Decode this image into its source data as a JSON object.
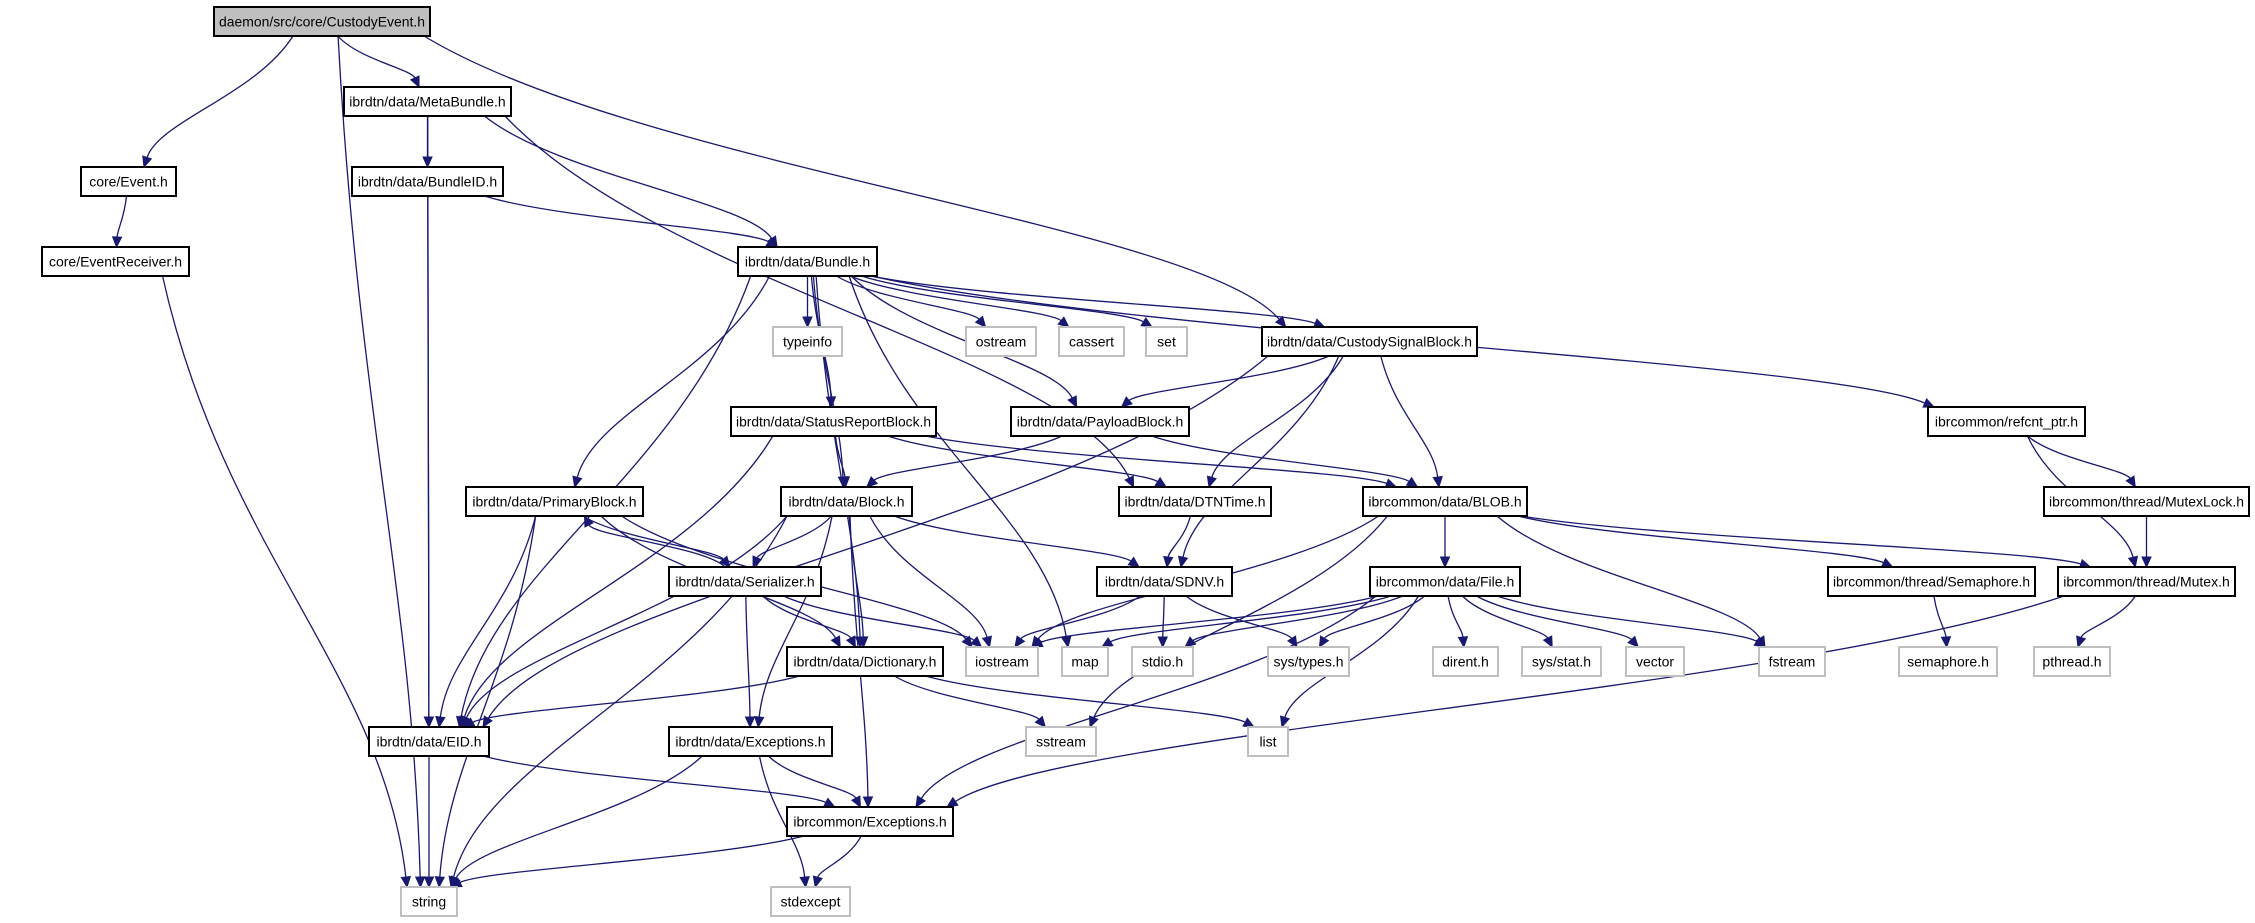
{
  "title": "daemon/src/core/CustodyEvent.h",
  "colors": {
    "edge": "#191970",
    "root_fill": "#bfbfbf",
    "project_border": "#000000",
    "external_border": "#bfbfbf"
  },
  "nodes": [
    {
      "id": "custodyevent",
      "label": "daemon/src/core/CustodyEvent.h",
      "kind": "root"
    },
    {
      "id": "metabundle",
      "label": "ibrdtn/data/MetaBundle.h",
      "kind": "project"
    },
    {
      "id": "event",
      "label": "core/Event.h",
      "kind": "project"
    },
    {
      "id": "bundleid",
      "label": "ibrdtn/data/BundleID.h",
      "kind": "project"
    },
    {
      "id": "eventreceiver",
      "label": "core/EventReceiver.h",
      "kind": "project"
    },
    {
      "id": "bundle",
      "label": "ibrdtn/data/Bundle.h",
      "kind": "project"
    },
    {
      "id": "typeinfo",
      "label": "typeinfo",
      "kind": "external"
    },
    {
      "id": "ostream",
      "label": "ostream",
      "kind": "external"
    },
    {
      "id": "cassert",
      "label": "cassert",
      "kind": "external"
    },
    {
      "id": "set",
      "label": "set",
      "kind": "external"
    },
    {
      "id": "custodysignalblock",
      "label": "ibrdtn/data/CustodySignalBlock.h",
      "kind": "project"
    },
    {
      "id": "statusreportblock",
      "label": "ibrdtn/data/StatusReportBlock.h",
      "kind": "project"
    },
    {
      "id": "payloadblock",
      "label": "ibrdtn/data/PayloadBlock.h",
      "kind": "project"
    },
    {
      "id": "refcnt_ptr",
      "label": "ibrcommon/refcnt_ptr.h",
      "kind": "project"
    },
    {
      "id": "primaryblock",
      "label": "ibrdtn/data/PrimaryBlock.h",
      "kind": "project"
    },
    {
      "id": "block",
      "label": "ibrdtn/data/Block.h",
      "kind": "project"
    },
    {
      "id": "dtntime",
      "label": "ibrdtn/data/DTNTime.h",
      "kind": "project"
    },
    {
      "id": "blob",
      "label": "ibrcommon/data/BLOB.h",
      "kind": "project"
    },
    {
      "id": "mutexlock",
      "label": "ibrcommon/thread/MutexLock.h",
      "kind": "project"
    },
    {
      "id": "serializer",
      "label": "ibrdtn/data/Serializer.h",
      "kind": "project"
    },
    {
      "id": "sdnv",
      "label": "ibrdtn/data/SDNV.h",
      "kind": "project"
    },
    {
      "id": "file",
      "label": "ibrcommon/data/File.h",
      "kind": "project"
    },
    {
      "id": "semaphore_h",
      "label": "ibrcommon/thread/Semaphore.h",
      "kind": "project"
    },
    {
      "id": "mutex",
      "label": "ibrcommon/thread/Mutex.h",
      "kind": "project"
    },
    {
      "id": "dictionary",
      "label": "ibrdtn/data/Dictionary.h",
      "kind": "project"
    },
    {
      "id": "iostream",
      "label": "iostream",
      "kind": "external"
    },
    {
      "id": "map",
      "label": "map",
      "kind": "external"
    },
    {
      "id": "stdio",
      "label": "stdio.h",
      "kind": "external"
    },
    {
      "id": "systypes",
      "label": "sys/types.h",
      "kind": "external"
    },
    {
      "id": "dirent",
      "label": "dirent.h",
      "kind": "external"
    },
    {
      "id": "sysstat",
      "label": "sys/stat.h",
      "kind": "external"
    },
    {
      "id": "vector",
      "label": "vector",
      "kind": "external"
    },
    {
      "id": "fstream",
      "label": "fstream",
      "kind": "external"
    },
    {
      "id": "semaphore_sys",
      "label": "semaphore.h",
      "kind": "external"
    },
    {
      "id": "pthread",
      "label": "pthread.h",
      "kind": "external"
    },
    {
      "id": "eid",
      "label": "ibrdtn/data/EID.h",
      "kind": "project"
    },
    {
      "id": "exceptions",
      "label": "ibrdtn/data/Exceptions.h",
      "kind": "project"
    },
    {
      "id": "sstream",
      "label": "sstream",
      "kind": "external"
    },
    {
      "id": "list",
      "label": "list",
      "kind": "external"
    },
    {
      "id": "ibrexceptions",
      "label": "ibrcommon/Exceptions.h",
      "kind": "project"
    },
    {
      "id": "string",
      "label": "string",
      "kind": "external"
    },
    {
      "id": "stdexcept",
      "label": "stdexcept",
      "kind": "external"
    }
  ],
  "edges": [
    [
      "custodyevent",
      "string"
    ],
    [
      "custodyevent",
      "event"
    ],
    [
      "custodyevent",
      "metabundle"
    ],
    [
      "custodyevent",
      "custodysignalblock"
    ],
    [
      "metabundle",
      "eid"
    ],
    [
      "metabundle",
      "bundleid"
    ],
    [
      "metabundle",
      "bundle"
    ],
    [
      "metabundle",
      "dtntime"
    ],
    [
      "event",
      "eventreceiver"
    ],
    [
      "eventreceiver",
      "string"
    ],
    [
      "bundleid",
      "eid"
    ],
    [
      "bundleid",
      "bundle"
    ],
    [
      "bundle",
      "eid"
    ],
    [
      "bundle",
      "primaryblock"
    ],
    [
      "bundle",
      "block"
    ],
    [
      "bundle",
      "dictionary"
    ],
    [
      "bundle",
      "statusreportblock"
    ],
    [
      "bundle",
      "typeinfo"
    ],
    [
      "bundle",
      "map"
    ],
    [
      "bundle",
      "payloadblock"
    ],
    [
      "bundle",
      "ostream"
    ],
    [
      "bundle",
      "cassert"
    ],
    [
      "bundle",
      "set"
    ],
    [
      "bundle",
      "custodysignalblock"
    ],
    [
      "bundle",
      "refcnt_ptr"
    ],
    [
      "custodysignalblock",
      "eid"
    ],
    [
      "custodysignalblock",
      "payloadblock"
    ],
    [
      "custodysignalblock",
      "dtntime"
    ],
    [
      "custodysignalblock",
      "sdnv"
    ],
    [
      "custodysignalblock",
      "blob"
    ],
    [
      "statusreportblock",
      "eid"
    ],
    [
      "statusreportblock",
      "block"
    ],
    [
      "statusreportblock",
      "dtntime"
    ],
    [
      "statusreportblock",
      "blob"
    ],
    [
      "payloadblock",
      "block"
    ],
    [
      "payloadblock",
      "blob"
    ],
    [
      "refcnt_ptr",
      "mutexlock"
    ],
    [
      "refcnt_ptr",
      "mutex"
    ],
    [
      "primaryblock",
      "string"
    ],
    [
      "primaryblock",
      "eid"
    ],
    [
      "primaryblock",
      "serializer"
    ],
    [
      "primaryblock",
      "dictionary"
    ],
    [
      "primaryblock",
      "iostream"
    ],
    [
      "block",
      "eid"
    ],
    [
      "block",
      "string"
    ],
    [
      "block",
      "serializer"
    ],
    [
      "block",
      "dictionary"
    ],
    [
      "block",
      "exceptions"
    ],
    [
      "block",
      "sdnv"
    ],
    [
      "block",
      "iostream"
    ],
    [
      "block",
      "ibrexceptions"
    ],
    [
      "serializer",
      "primaryblock"
    ],
    [
      "serializer",
      "dictionary"
    ],
    [
      "serializer",
      "iostream"
    ],
    [
      "serializer",
      "exceptions"
    ],
    [
      "dtntime",
      "sdnv"
    ],
    [
      "blob",
      "iostream"
    ],
    [
      "blob",
      "sstream"
    ],
    [
      "blob",
      "file"
    ],
    [
      "blob",
      "fstream"
    ],
    [
      "blob",
      "semaphore_h"
    ],
    [
      "blob",
      "mutex"
    ],
    [
      "mutexlock",
      "mutex"
    ],
    [
      "sdnv",
      "iostream"
    ],
    [
      "sdnv",
      "stdio"
    ],
    [
      "sdnv",
      "systypes"
    ],
    [
      "file",
      "iostream"
    ],
    [
      "file",
      "map"
    ],
    [
      "file",
      "stdio"
    ],
    [
      "file",
      "systypes"
    ],
    [
      "file",
      "list"
    ],
    [
      "file",
      "dirent"
    ],
    [
      "file",
      "sysstat"
    ],
    [
      "file",
      "vector"
    ],
    [
      "file",
      "fstream"
    ],
    [
      "file",
      "ibrexceptions"
    ],
    [
      "semaphore_h",
      "semaphore_sys"
    ],
    [
      "mutex",
      "pthread"
    ],
    [
      "mutex",
      "ibrexceptions"
    ],
    [
      "dictionary",
      "eid"
    ],
    [
      "dictionary",
      "sstream"
    ],
    [
      "dictionary",
      "list"
    ],
    [
      "eid",
      "string"
    ],
    [
      "eid",
      "ibrexceptions"
    ],
    [
      "exceptions",
      "string"
    ],
    [
      "exceptions",
      "stdexcept"
    ],
    [
      "exceptions",
      "ibrexceptions"
    ],
    [
      "ibrexceptions",
      "string"
    ],
    [
      "ibrexceptions",
      "stdexcept"
    ]
  ]
}
